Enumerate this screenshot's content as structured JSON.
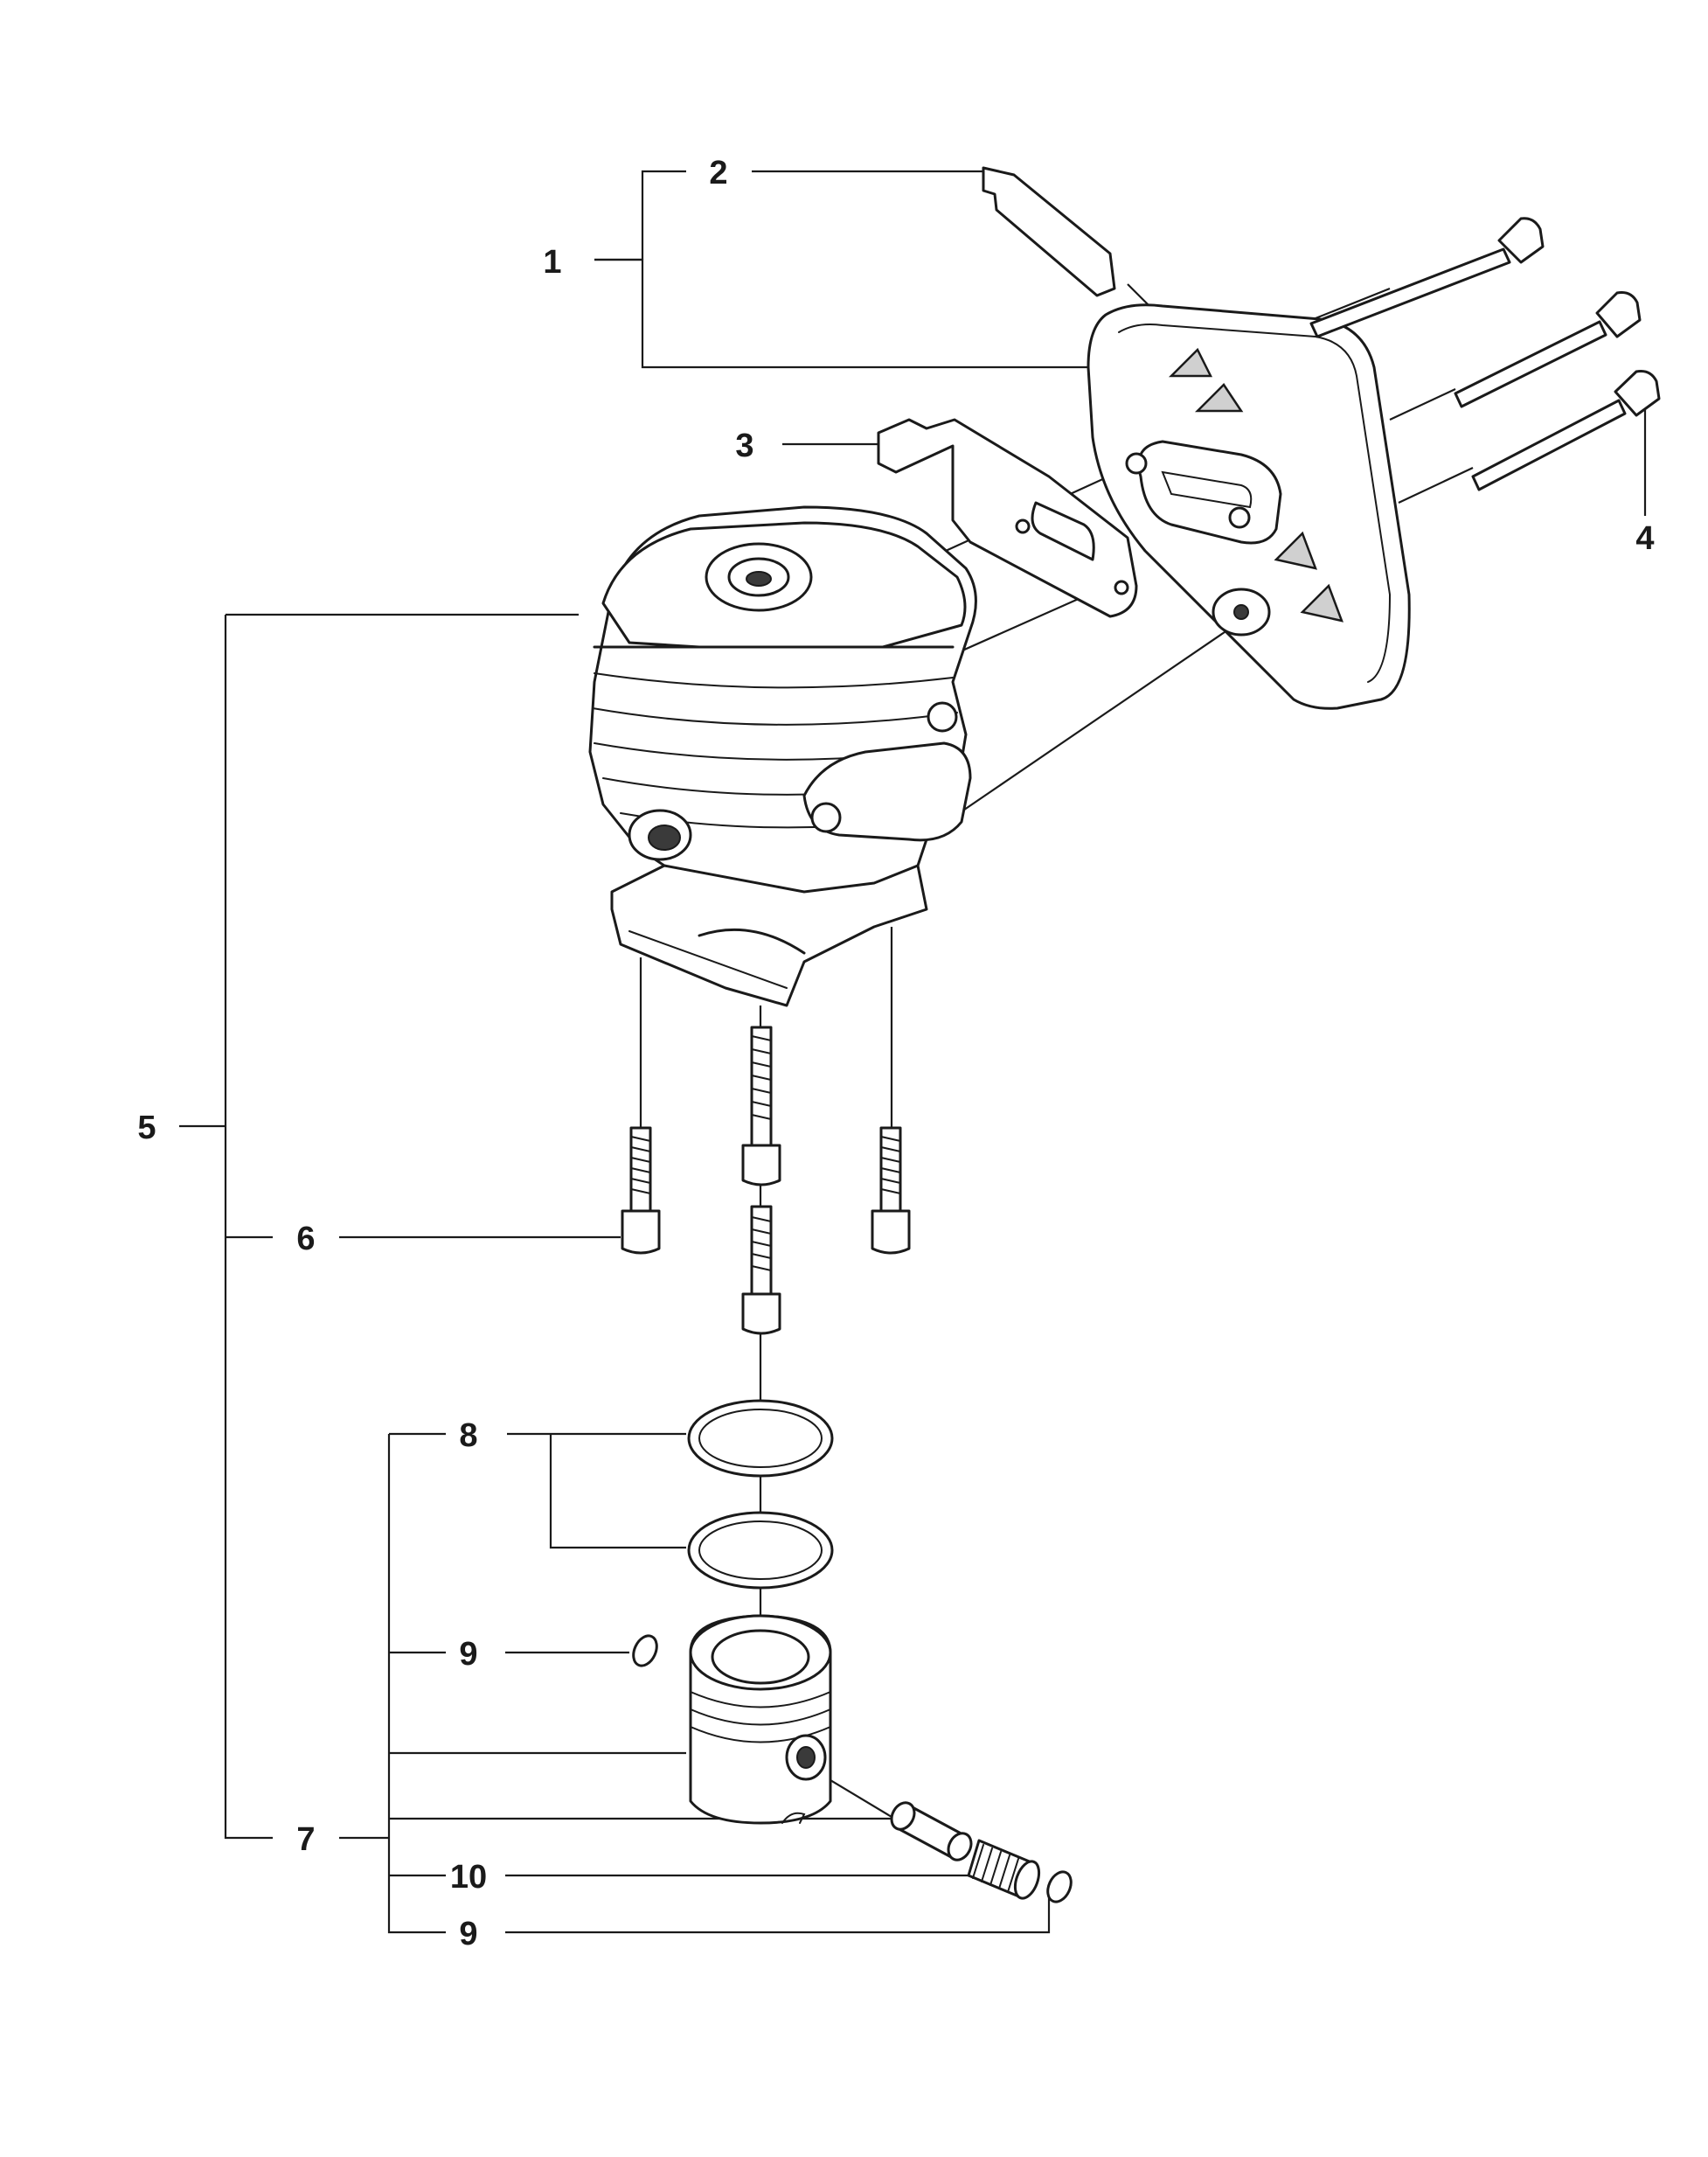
{
  "callouts": [
    {
      "id": "c1",
      "label": "1"
    },
    {
      "id": "c2",
      "label": "2"
    },
    {
      "id": "c3",
      "label": "3"
    },
    {
      "id": "c4",
      "label": "4"
    },
    {
      "id": "c5",
      "label": "5"
    },
    {
      "id": "c6",
      "label": "6"
    },
    {
      "id": "c7",
      "label": "7"
    },
    {
      "id": "c8",
      "label": "8"
    },
    {
      "id": "c9a",
      "label": "9"
    },
    {
      "id": "c10",
      "label": "10"
    },
    {
      "id": "c9b",
      "label": "9"
    }
  ]
}
